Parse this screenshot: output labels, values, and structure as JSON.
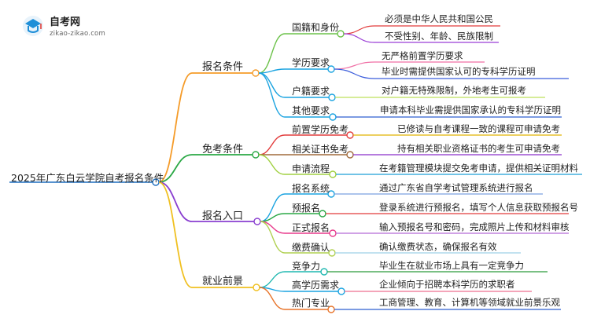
{
  "logo": {
    "name": "自考网",
    "url": "zikao-zikao.com"
  },
  "root": "2025年广东白云学院自考报名条件",
  "branches": [
    {
      "label": "报名条件",
      "color": "#f59b28",
      "children": [
        {
          "label": "国籍和身份",
          "color": "#6cc24a",
          "leaves": [
            {
              "text": "必须是中华人民共和国公民",
              "color": "#e23b3b"
            },
            {
              "text": "不受性别、年龄、民族限制",
              "color": "#9b3fd6"
            }
          ]
        },
        {
          "label": "学历要求",
          "color": "#1aa3e0",
          "leaves": [
            {
              "text": "无严格前置学历要求",
              "color": "#f06fa5"
            },
            {
              "text": "毕业时需提供国家认可的专科学历证明",
              "color": "#3b5ddc"
            }
          ]
        },
        {
          "label": "户籍要求",
          "color": "#1aa3e0",
          "leaves": [
            {
              "text": "对户籍无特殊限制，外地考生可报考",
              "color": "#bde05b"
            }
          ]
        },
        {
          "label": "其他要求",
          "color": "#1aa3e0",
          "leaves": [
            {
              "text": "申请本科毕业需提供国家承认的专科学历证明",
              "color": "#2f5fd0"
            }
          ]
        }
      ]
    },
    {
      "label": "免考条件",
      "color": "#2aa845",
      "children": [
        {
          "label": "前置学历免考",
          "color": "#e23b3b",
          "leaves": [
            {
              "text": "已修读与自考课程一致的课程可申请免考",
              "color": "#e0b400"
            }
          ]
        },
        {
          "label": "相关证书免考",
          "color": "#a06a3c",
          "leaves": [
            {
              "text": "持有相关职业资格证书的考生可申请免考",
              "color": "#8b2fc9"
            }
          ]
        },
        {
          "label": "申请流程",
          "color": "#a0d040",
          "leaves": [
            {
              "text": "在考籍管理模块提交免考申请，提供相关证明材料",
              "color": "#1c9fd6"
            }
          ]
        }
      ]
    },
    {
      "label": "报名入口",
      "color": "#8a3fd0",
      "children": [
        {
          "label": "报名系统",
          "color": "#1aa3e0",
          "leaves": [
            {
              "text": "通过广东省自学考试管理系统进行报名",
              "color": "#7aa0e0"
            }
          ]
        },
        {
          "label": "预报名",
          "color": "#2aa845",
          "leaves": [
            {
              "text": "登录系统进行预报名，填写个人信息获取预报名号",
              "color": "#e23b3b"
            }
          ]
        },
        {
          "label": "正式报名",
          "color": "#e83a8c",
          "leaves": [
            {
              "text": "输入预报名号和密码，完成照片上传和材料审核",
              "color": "#b46bd6"
            }
          ]
        },
        {
          "label": "缴费确认",
          "color": "#b0d050",
          "leaves": [
            {
              "text": "确认缴费状态，确保报名有效",
              "color": "#9dd0e8"
            }
          ]
        }
      ]
    },
    {
      "label": "就业前景",
      "color": "#f0c020",
      "children": [
        {
          "label": "竞争力",
          "color": "#1fb8b0",
          "leaves": [
            {
              "text": "毕业生在就业市场上具有一定竞争力",
              "color": "#2a9a3a"
            }
          ]
        },
        {
          "label": "高学历需求",
          "color": "#1aa3e0",
          "leaves": [
            {
              "text": "企业倾向于招聘本科学历的求职者",
              "color": "#ee6f8f"
            }
          ]
        },
        {
          "label": "热门专业",
          "color": "#e8742a",
          "leaves": [
            {
              "text": "工商管理、教育、计算机等领域就业前景乐观",
              "color": "#2f5fd0"
            }
          ]
        }
      ]
    }
  ]
}
